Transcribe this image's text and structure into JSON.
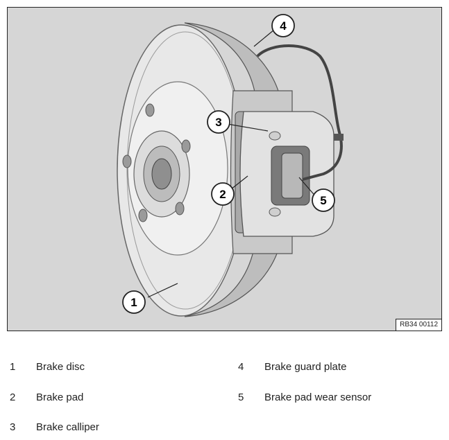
{
  "figure": {
    "reference_code": "RB34 00112",
    "callouts": [
      {
        "number": "1"
      },
      {
        "number": "2"
      },
      {
        "number": "3"
      },
      {
        "number": "4"
      },
      {
        "number": "5"
      }
    ]
  },
  "legend": [
    {
      "number": "1",
      "label": "Brake disc"
    },
    {
      "number": "2",
      "label": "Brake pad"
    },
    {
      "number": "3",
      "label": "Brake calliper"
    },
    {
      "number": "4",
      "label": "Brake guard plate"
    },
    {
      "number": "5",
      "label": "Brake pad wear sensor"
    }
  ]
}
